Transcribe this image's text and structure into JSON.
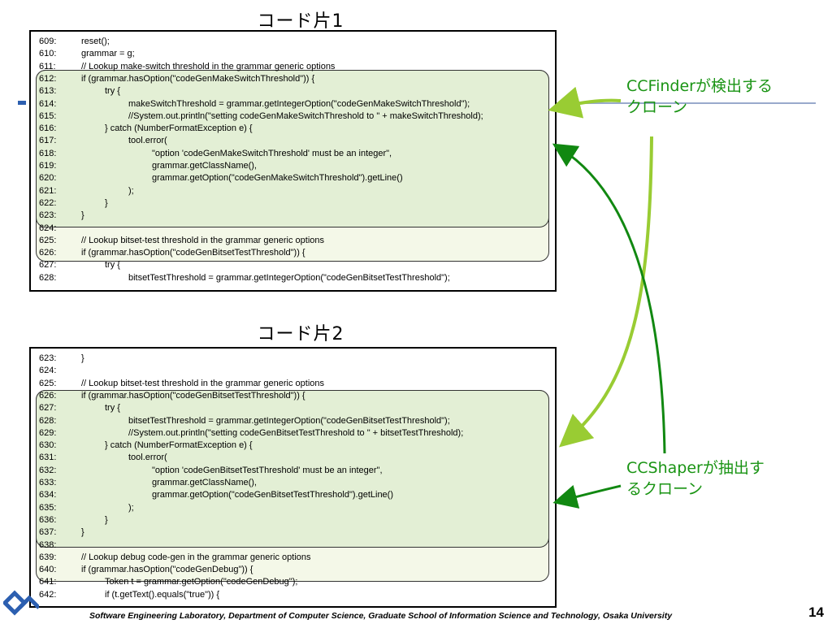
{
  "snippet1": {
    "title": "コード片1",
    "lines": [
      {
        "num": "609:",
        "indent": 0,
        "code": "reset();"
      },
      {
        "num": "610:",
        "indent": 0,
        "code": "grammar = g;"
      },
      {
        "num": "611:",
        "indent": 0,
        "code": "// Lookup make-switch threshold in the grammar generic options"
      },
      {
        "num": "612:",
        "indent": 0,
        "code": "if (grammar.hasOption(\"codeGenMakeSwitchThreshold\")) {"
      },
      {
        "num": "613:",
        "indent": 1,
        "code": "try {"
      },
      {
        "num": "614:",
        "indent": 2,
        "code": "makeSwitchThreshold = grammar.getIntegerOption(\"codeGenMakeSwitchThreshold\");"
      },
      {
        "num": "615:",
        "indent": 2,
        "code": "//System.out.println(\"setting codeGenMakeSwitchThreshold to \" + makeSwitchThreshold);"
      },
      {
        "num": "616:",
        "indent": 1,
        "code": "} catch (NumberFormatException e) {"
      },
      {
        "num": "617:",
        "indent": 2,
        "code": "tool.error("
      },
      {
        "num": "618:",
        "indent": 3,
        "code": "\"option 'codeGenMakeSwitchThreshold' must be an integer\","
      },
      {
        "num": "619:",
        "indent": 3,
        "code": "grammar.getClassName(),"
      },
      {
        "num": "620:",
        "indent": 3,
        "code": "grammar.getOption(\"codeGenMakeSwitchThreshold\").getLine()"
      },
      {
        "num": "621:",
        "indent": 2,
        "code": ");"
      },
      {
        "num": "622:",
        "indent": 1,
        "code": "}"
      },
      {
        "num": "623:",
        "indent": 0,
        "code": "}"
      },
      {
        "num": "624:",
        "indent": 0,
        "code": ""
      },
      {
        "num": "625:",
        "indent": 0,
        "code": "// Lookup bitset-test threshold in the grammar generic options"
      },
      {
        "num": "626:",
        "indent": 0,
        "code": "if (grammar.hasOption(\"codeGenBitsetTestThreshold\")) {"
      },
      {
        "num": "627:",
        "indent": 1,
        "code": "try {"
      },
      {
        "num": "628:",
        "indent": 2,
        "code": "bitsetTestThreshold = grammar.getIntegerOption(\"codeGenBitsetTestThreshold\");"
      }
    ]
  },
  "snippet2": {
    "title": "コード片2",
    "lines": [
      {
        "num": "623:",
        "indent": 0,
        "code": "}"
      },
      {
        "num": "624:",
        "indent": 0,
        "code": ""
      },
      {
        "num": "625:",
        "indent": 0,
        "code": "// Lookup bitset-test threshold in the grammar generic options"
      },
      {
        "num": "626:",
        "indent": 0,
        "code": "if (grammar.hasOption(\"codeGenBitsetTestThreshold\")) {"
      },
      {
        "num": "627:",
        "indent": 1,
        "code": "try {"
      },
      {
        "num": "628:",
        "indent": 2,
        "code": "bitsetTestThreshold = grammar.getIntegerOption(\"codeGenBitsetTestThreshold\");"
      },
      {
        "num": "629:",
        "indent": 2,
        "code": "//System.out.println(\"setting codeGenBitsetTestThreshold to \" + bitsetTestThreshold);"
      },
      {
        "num": "630:",
        "indent": 1,
        "code": "} catch (NumberFormatException e) {"
      },
      {
        "num": "631:",
        "indent": 2,
        "code": "tool.error("
      },
      {
        "num": "632:",
        "indent": 3,
        "code": "\"option 'codeGenBitsetTestThreshold' must be an integer\","
      },
      {
        "num": "633:",
        "indent": 3,
        "code": "grammar.getClassName(),"
      },
      {
        "num": "634:",
        "indent": 3,
        "code": "grammar.getOption(\"codeGenBitsetTestThreshold\").getLine()"
      },
      {
        "num": "635:",
        "indent": 2,
        "code": ");"
      },
      {
        "num": "636:",
        "indent": 1,
        "code": "}"
      },
      {
        "num": "637:",
        "indent": 0,
        "code": "}"
      },
      {
        "num": "638:",
        "indent": 0,
        "code": ""
      },
      {
        "num": "639:",
        "indent": 0,
        "code": "// Lookup debug code-gen in the grammar generic options"
      },
      {
        "num": "640:",
        "indent": 0,
        "code": "if (grammar.hasOption(\"codeGenDebug\")) {"
      },
      {
        "num": "641:",
        "indent": 1,
        "code": "Token t = grammar.getOption(\"codeGenDebug\");"
      },
      {
        "num": "642:",
        "indent": 1,
        "code": "if (t.getText().equals(\"true\")) {"
      }
    ]
  },
  "labels": {
    "ccfinder_line1": "CCFinderが検出する",
    "ccfinder_line2": "クローン",
    "ccshaper_line1": "CCShaperが抽出す",
    "ccshaper_line2": "るクローン"
  },
  "colors": {
    "ccfinder_arrow": "#99cc33",
    "ccshaper_arrow": "#118811",
    "label_text": "#1a9414"
  },
  "footer": {
    "text": "Software Engineering Laboratory,  Department of Computer Science,  Graduate School of Information Science and Technology,  Osaka University",
    "page": "14"
  }
}
